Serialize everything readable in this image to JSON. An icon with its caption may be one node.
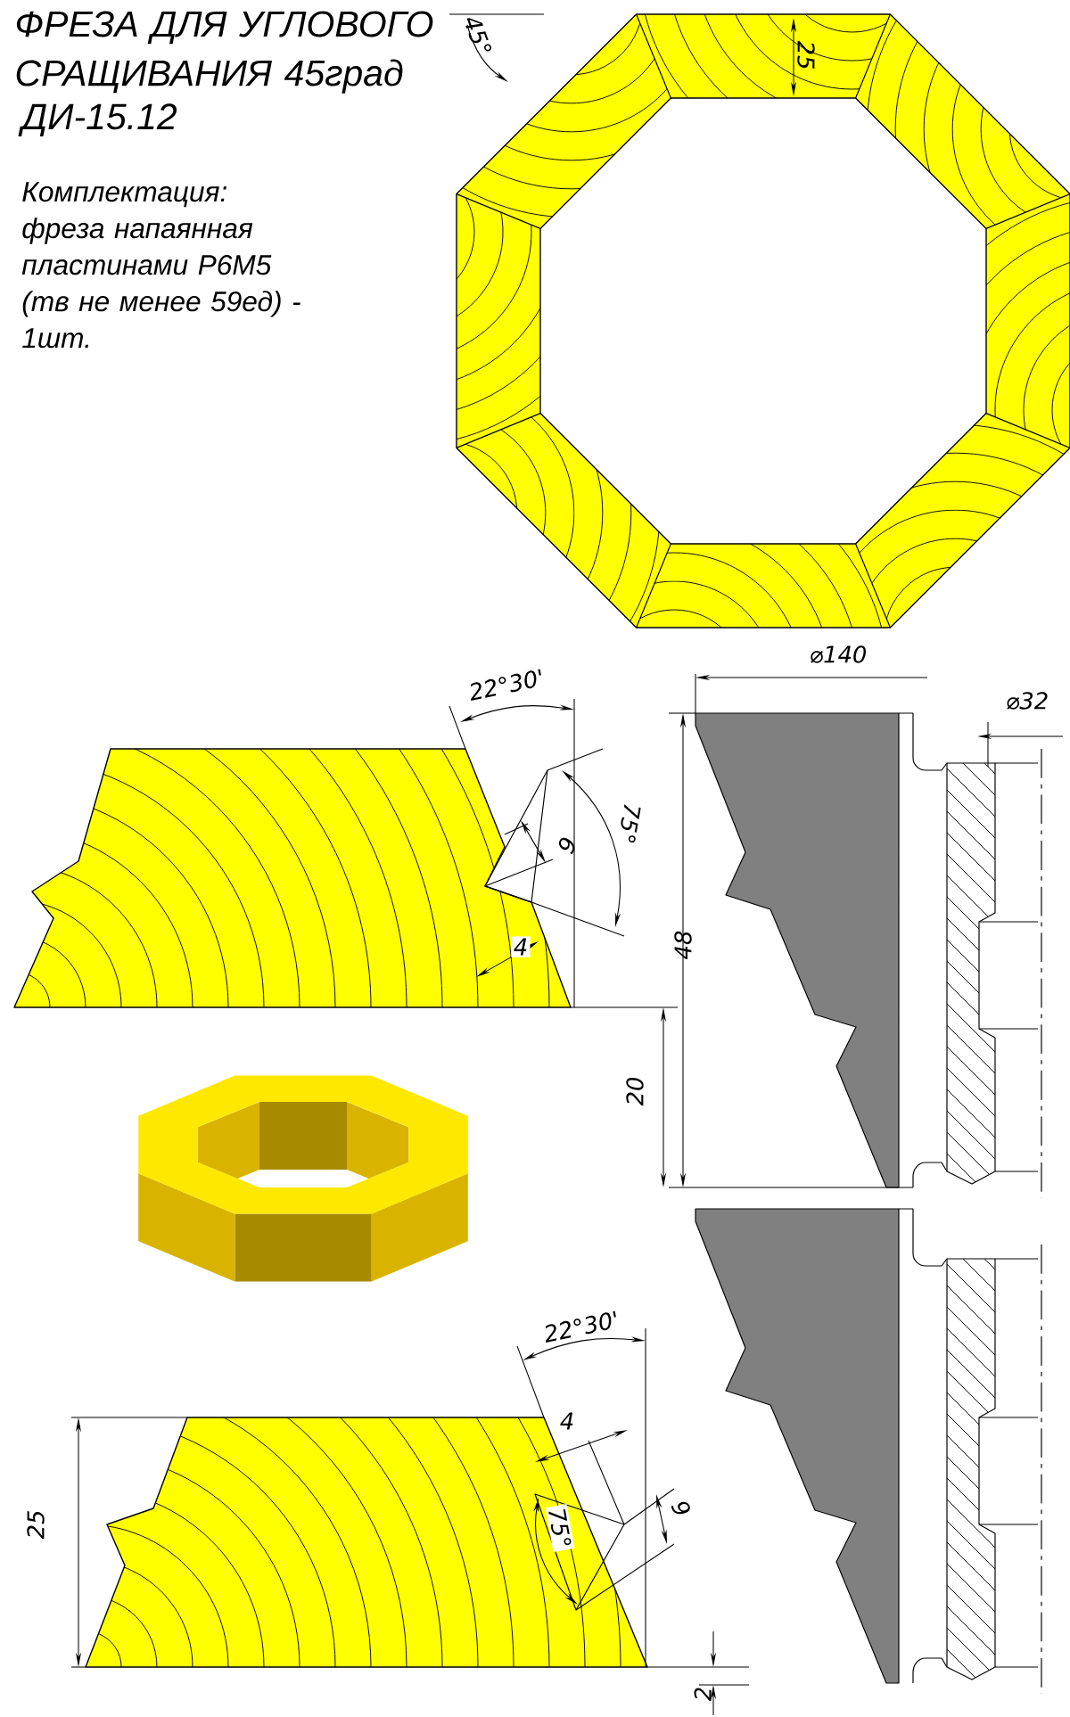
{
  "diagram": {
    "title": "ФРЕЗА ДЛЯ УГЛОВОГО СРАЩИВАНИЯ 45град",
    "labels": [
      "ДИ-15.12",
      "Комплектация: фреза напаянная пластинами Р6М5 (тв не менее 59ед) - 1шт.",
      "45°",
      "25",
      "22°30'",
      "⌀140",
      "⌀32",
      "75°",
      "9",
      "4",
      "48",
      "20",
      "22°30'",
      "4",
      "25",
      "9",
      "75°",
      "2"
    ]
  }
}
